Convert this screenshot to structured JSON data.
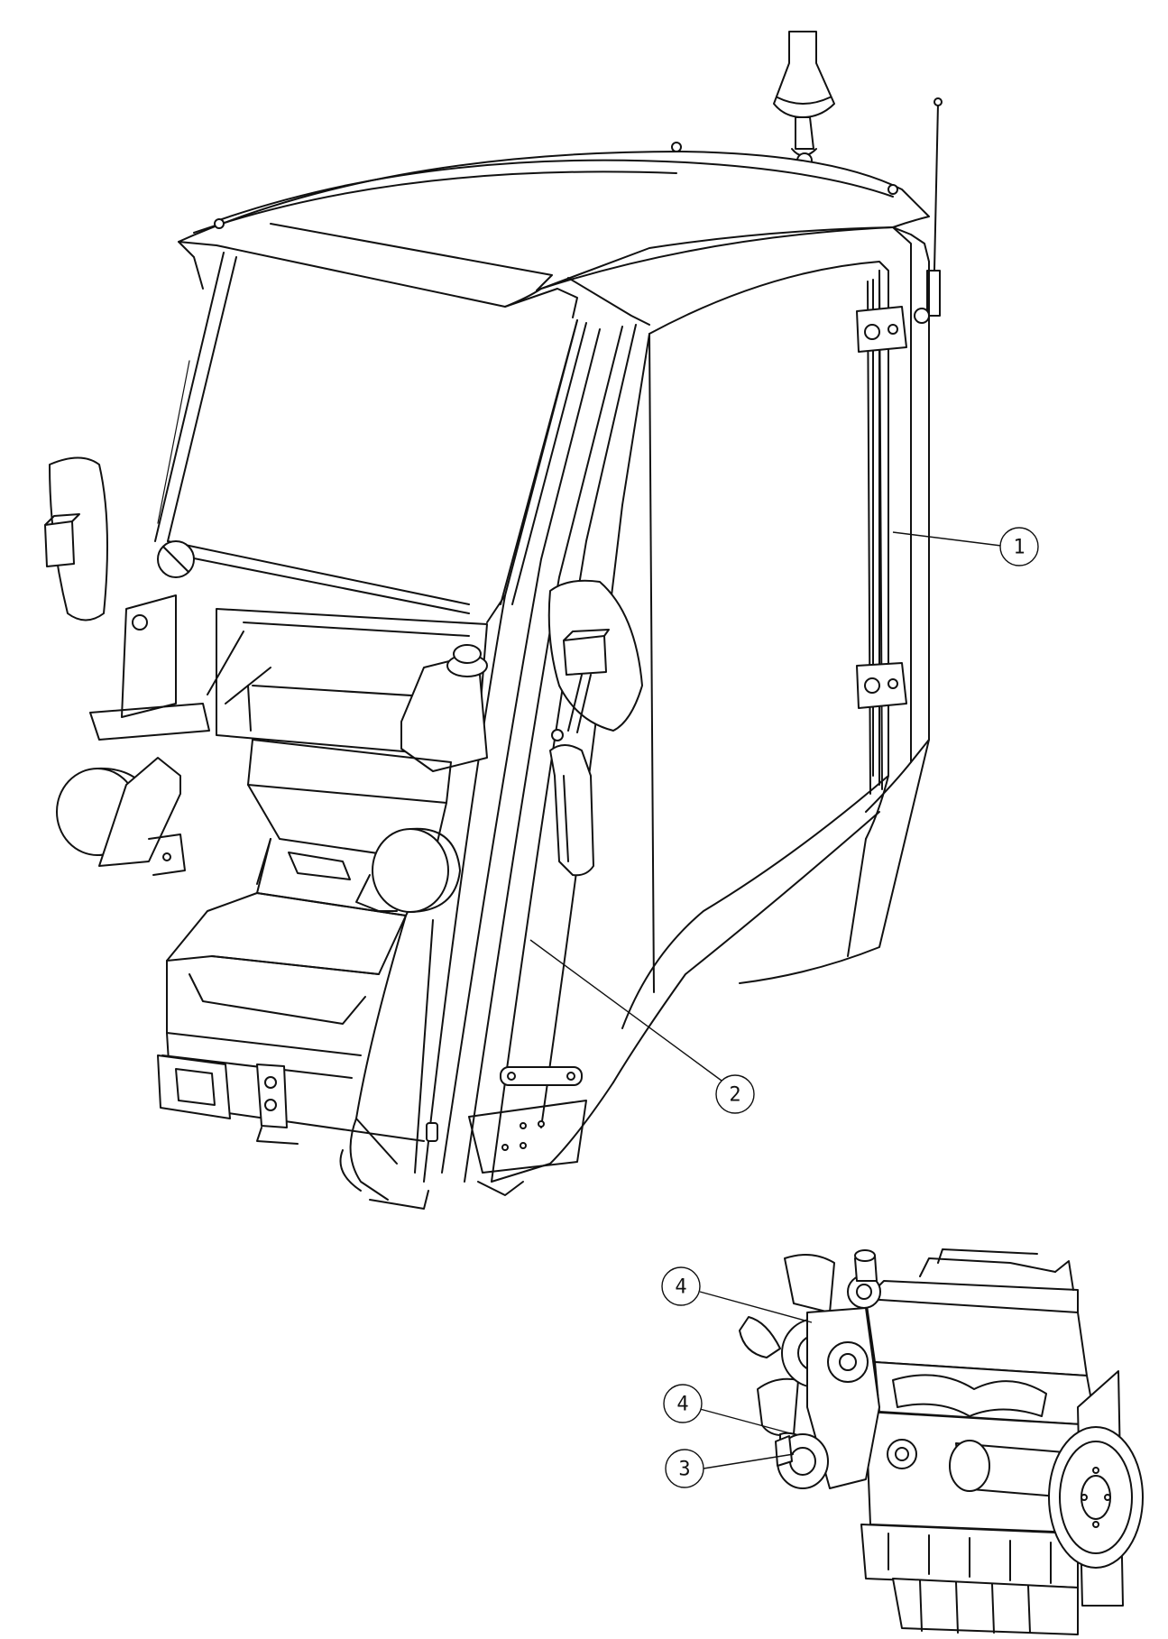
{
  "callouts": [
    {
      "id": "callout-1",
      "label": "1"
    },
    {
      "id": "callout-2",
      "label": "2"
    },
    {
      "id": "callout-3",
      "label": "3"
    },
    {
      "id": "callout-4a",
      "label": "4"
    },
    {
      "id": "callout-4b",
      "label": "4"
    }
  ]
}
